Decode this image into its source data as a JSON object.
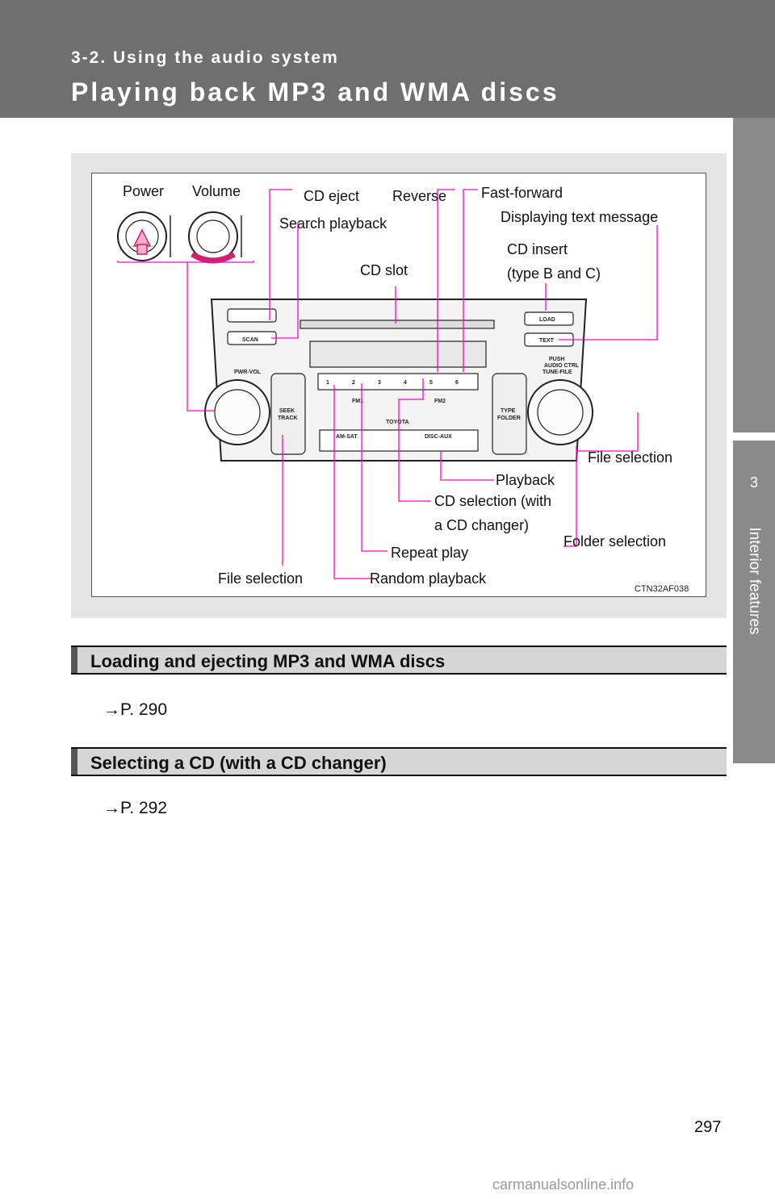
{
  "header": {
    "section": "3-2. Using the audio system",
    "title": "Playing back MP3 and WMA discs"
  },
  "side_tab": {
    "chapter_number": "3",
    "chapter_label": "Interior features"
  },
  "figure": {
    "labels": {
      "power": "Power",
      "volume": "Volume",
      "cd_eject": "CD eject",
      "reverse": "Reverse",
      "fast_forward": "Fast-forward",
      "search_playback": "Search playback",
      "displaying_text": "Displaying text message",
      "cd_insert_1": "CD insert",
      "cd_insert_2": "(type B and C)",
      "cd_slot": "CD slot",
      "file_selection_right": "File selection",
      "playback": "Playback",
      "cd_selection_1": "CD selection (with",
      "cd_selection_2": "a CD changer)",
      "folder_selection": "Folder selection",
      "repeat_play": "Repeat play",
      "file_selection_left": "File selection",
      "random_playback": "Random playback"
    },
    "code": "CTN32AF038",
    "unit_text": {
      "scan": "SCAN",
      "load": "LOAD",
      "text": "TEXT",
      "pwr_vol": "PWR-VOL",
      "push": "PUSH",
      "audio_ctrl": "AUDIO CTRL",
      "tune_file": "TUNE-FILE",
      "seek": "SEEK",
      "track": "TRACK",
      "type": "TYPE",
      "folder": "FOLDER",
      "fm1": "FM1",
      "fm2": "FM2",
      "toyota": "TOYOTA",
      "am_sat": "AM-SAT",
      "disc_aux": "DISC-AUX",
      "btn1": "1",
      "btn2": "2",
      "btn3": "3",
      "btn4": "4",
      "btn5": "5",
      "btn6": "6"
    }
  },
  "sections": [
    {
      "heading": "Loading and ejecting MP3 and WMA discs",
      "ref": "→P. 290"
    },
    {
      "heading": "Selecting a CD (with a CD changer)",
      "ref": "→P. 292"
    }
  ],
  "page_number": "297",
  "watermark": "carmanualsonline.info",
  "colors": {
    "callout": "#ff00cc",
    "header_bg": "#6f6f6f",
    "figure_bg": "#e4e4e4"
  }
}
